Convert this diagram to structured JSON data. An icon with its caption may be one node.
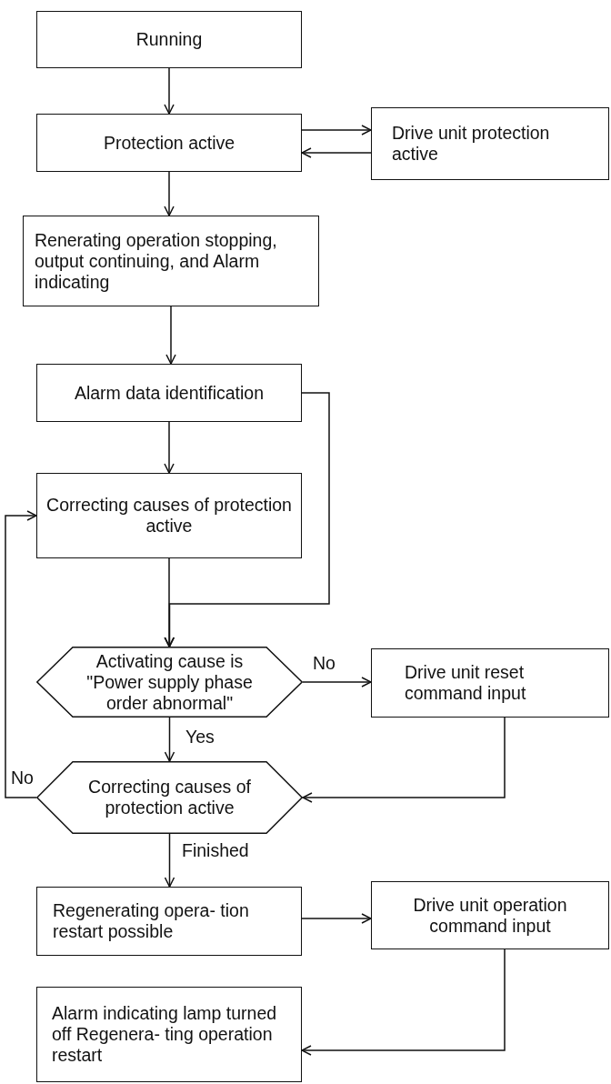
{
  "diagram": {
    "nodes": [
      {
        "text": [
          "Running"
        ]
      },
      {
        "text": [
          "Protection active"
        ]
      },
      {
        "text": [
          "Drive unit protection active"
        ]
      },
      {
        "text": [
          "Renerating operation stopping, output continuing, and Alarm indicating"
        ]
      },
      {
        "text": [
          "Alarm data identification"
        ]
      },
      {
        "text": [
          "Correcting causes of protection active"
        ]
      },
      {
        "text": [
          "Activating cause is \"Power supply phase order abnormal\""
        ]
      },
      {
        "text": [
          "Drive unit reset command input"
        ]
      },
      {
        "text": [
          "Correcting causes of protection active"
        ]
      },
      {
        "text": [
          "Regenerating opera- tion restart possible"
        ]
      },
      {
        "text": [
          "Drive unit operation command input"
        ]
      },
      {
        "text": [
          "Alarm indicating lamp turned off Regenera- ting operation restart"
        ]
      }
    ],
    "edges": [
      {
        "from": 0,
        "to": 1,
        "arrow": "to"
      },
      {
        "from": 1,
        "to": 2,
        "arrow": "to"
      },
      {
        "from": 2,
        "to": 1,
        "arrow": "to"
      },
      {
        "from": 1,
        "to": 3,
        "arrow": "to"
      },
      {
        "from": 3,
        "to": 4,
        "arrow": "to"
      },
      {
        "from": 4,
        "to": 5,
        "arrow": "to"
      },
      {
        "from": 5,
        "to": 6,
        "arrow": "to"
      },
      {
        "from": 4,
        "to": 6,
        "arrow": "to"
      },
      {
        "from": 6,
        "to": 7,
        "arrow": "to",
        "label": "No"
      },
      {
        "from": 6,
        "to": 8,
        "arrow": "to",
        "label": "Yes"
      },
      {
        "from": 7,
        "to": 8,
        "arrow": "to"
      },
      {
        "from": 8,
        "to": 5,
        "arrow": "to",
        "label": "No"
      },
      {
        "from": 8,
        "to": 9,
        "arrow": "to",
        "label": "Finished"
      },
      {
        "from": 9,
        "to": 10,
        "arrow": "to"
      },
      {
        "from": 10,
        "to": 11,
        "arrow": "to"
      }
    ]
  }
}
